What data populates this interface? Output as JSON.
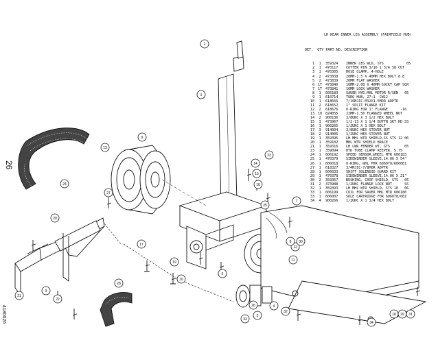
{
  "page_number": "26",
  "drawing_code": "4180026",
  "parts_list": {
    "title": "LH REAR INNER LEG ASSEMBLY (FAIRFIELD HUB)",
    "header": "DET.  QTY PART NO. DESCRIPTION",
    "rows": [
      {
        "det": "1",
        "qty": "1",
        "part": "359324",
        "desc": "INNER LEG WLD, STS           05"
      },
      {
        "det": "2",
        "qty": "1",
        "part": "470117",
        "desc": "COTTER PIN 3/16 1 3/4 SQ CUT"
      },
      {
        "det": "3",
        "qty": "1",
        "part": "470305",
        "desc": "HOSE CLAMP, 4-HOLE"
      },
      {
        "det": "4",
        "qty": "2",
        "part": "473838",
        "desc": "20MM-1.5 X 40MM HEX BOLT 8.8"
      },
      {
        "det": "5",
        "qty": "2",
        "part": "473839",
        "desc": "20MM FLAT WASHER"
      },
      {
        "det": "6",
        "qty": "1T",
        "part": "473840",
        "desc": "16MM-2.00 X 40MM SOCKT CAP SCR"
      },
      {
        "det": "7",
        "qty": "1T",
        "part": "473841",
        "desc": "16MM LOCK WASHER"
      },
      {
        "det": "8",
        "qty": "1",
        "part": "606183",
        "desc": "SAUER HYD.MHL MOTOR R/SEN   05"
      },
      {
        "det": "9",
        "qty": "1",
        "part": "610714",
        "desc": "TORQ HUB, 27:1  CW12"
      },
      {
        "det": "10",
        "qty": "1",
        "part": "618666",
        "desc": "7/16MJIC-M12X1.5MOR ADPTR"
      },
      {
        "det": "11",
        "qty": "2",
        "part": "618652",
        "desc": "1\" SPLIT FLANGE KIT"
      },
      {
        "det": "12",
        "qty": "2",
        "part": "618676",
        "desc": "O-RING FOR 1\" FLANGE      -16"
      },
      {
        "det": "13",
        "qty": "10",
        "part": "824055",
        "desc": "22MM-1.50 FLANGED WHEEL NUT"
      },
      {
        "det": "14",
        "qty": "2",
        "part": "900136",
        "desc": "3/8UNC X 3 1/2 HEX BOLT"
      },
      {
        "det": "15",
        "qty": "3",
        "part": "473967",
        "desc": "1/2-13 X 1 1/4 BUTTN SKT HD SS"
      },
      {
        "det": "16",
        "qty": "1",
        "part": "900265",
        "desc": "1/2UNC X 1 HEX BOLT"
      },
      {
        "det": "17",
        "qty": "3",
        "part": "914004",
        "desc": "3/8UNC HEX STOVER NUT"
      },
      {
        "det": "18",
        "qty": "2",
        "part": "914006",
        "desc": "1/2UNC HEX STOVER NUT"
      },
      {
        "det": "19",
        "qty": "1",
        "part": "359395",
        "desc": "LH MHL WTR SHIELD,SS STS 12 06"
      },
      {
        "det": "20",
        "qty": "1",
        "part": "359102",
        "desc": "MHL WTR SHIELD BRACE"
      },
      {
        "det": "21",
        "qty": "1",
        "part": "359316",
        "desc": "LH LWR FENDER WT, STS       05"
      },
      {
        "det": "23",
        "qty": "1",
        "part": "359094",
        "desc": "HYD TUBE CLAMP KEEPER, 5.75"
      },
      {
        "det": "24",
        "qty": "1",
        "part": "606192",
        "desc": "SPEED SENSOR,WHEEL MTR 606183"
      },
      {
        "det": "25",
        "qty": "1",
        "part": "470379",
        "desc": "SIDEWINDER SLEEVE,14.06 X 54\""
      },
      {
        "det": "26",
        "qty": "1",
        "part": "606018",
        "desc": "O-RING, WHL MTR 606078/606081"
      },
      {
        "det": "27",
        "qty": "1",
        "part": "618327",
        "desc": "3/4MJIC-7/8MOR ADPTR"
      },
      {
        "det": "28",
        "qty": "1",
        "part": "606033",
        "desc": "SHIFT SOLENOID GUARD KIT"
      },
      {
        "det": "29",
        "qty": "1",
        "part": "470378",
        "desc": "SIDEWINDER SLEEVE,14.06 X 21\""
      },
      {
        "det": "30",
        "qty": "2",
        "part": "359367",
        "desc": "BUSHING, CROP SHIELD, STS   05"
      },
      {
        "det": "31",
        "qty": "2",
        "part": "473988",
        "desc": "1/2UNC FLANGE LOCK NUT      SS"
      },
      {
        "det": "32",
        "qty": "1",
        "part": "359393",
        "desc": "LH MHL WTR SHIELD, STS 10   06"
      },
      {
        "det": "33",
        "qty": "1",
        "part": "606199",
        "desc": "COIL FOR SAUER MHL MTR 606180"
      },
      {
        "det": "33",
        "qty": "1",
        "part": "606007",
        "desc": "SOLE CARTRIDGE FOR 606078/081"
      },
      {
        "det": "34",
        "qty": "4",
        "part": "900266",
        "desc": "1/2UNC X 1 3/4 HEX BOLT"
      }
    ]
  },
  "callouts": [
    "2",
    "1",
    "9",
    "13",
    "24",
    "28",
    "4",
    "6",
    "27",
    "10",
    "17",
    "19",
    "23",
    "14",
    "15",
    "16",
    "20",
    "21",
    "3",
    "22",
    "12",
    "11",
    "5",
    "33",
    "26",
    "8",
    "30",
    "25",
    "7",
    "34",
    "18",
    "29",
    "31",
    "32"
  ]
}
